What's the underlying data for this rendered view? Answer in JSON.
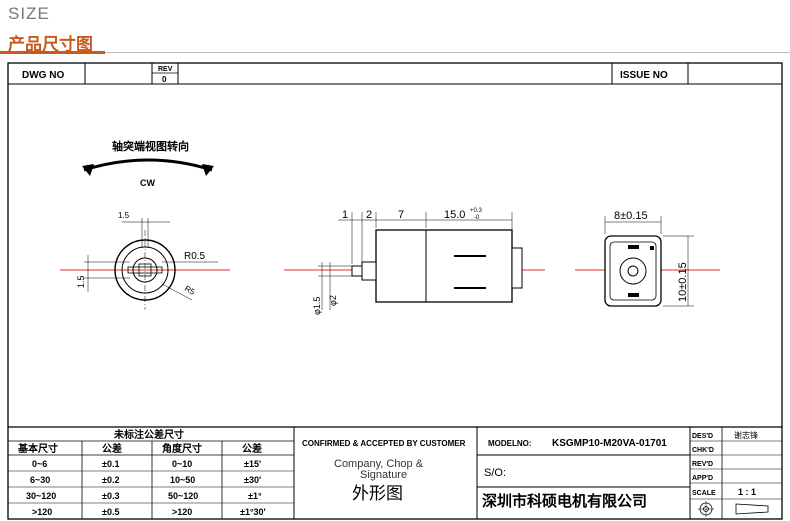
{
  "header": {
    "size_label": "SIZE",
    "title_cn": "产品尺寸图"
  },
  "frame": {
    "dwg_no": "DWG  NO",
    "rev_label": "REV",
    "rev_value": "0",
    "issue_no": "ISSUE  NO"
  },
  "views": {
    "rotation_title": "轴突端视图转向",
    "rotation_dir": "CW",
    "front": {
      "dim_top": "1.5",
      "dim_side": "1.5",
      "r1": "R0.5",
      "r2": "R5"
    },
    "side": {
      "d1": "1",
      "d2": "2",
      "d3": "7",
      "d4": "15.0",
      "tol": "+0.3",
      "tol2": "-0",
      "shaft1": "φ1.5",
      "shaft2": "φ2"
    },
    "end": {
      "width": "8±0.15",
      "height": "10±0.15"
    }
  },
  "tolerance_table": {
    "title": "未标注公差尺寸",
    "headers": [
      "基本尺寸",
      "公差",
      "角度尺寸",
      "公差"
    ],
    "rows": [
      [
        "0~6",
        "±0.1",
        "0~10",
        "±15'"
      ],
      [
        "6~30",
        "±0.2",
        "10~50",
        "±30'"
      ],
      [
        "30~120",
        "±0.3",
        "50~120",
        "±1°"
      ],
      [
        ">120",
        "±0.5",
        ">120",
        "±1°30'"
      ]
    ]
  },
  "confirm": {
    "heading": "CONFIRMED & ACCEPTED BY CUSTOMER",
    "company": "Company, Chop &",
    "signature": "Signature",
    "view_name": "外形图"
  },
  "model": {
    "label": "MODELNO:",
    "value": "KSGMP10-M20VA-01701",
    "so": "S/O:",
    "company_cn": "深圳市科硕电机有限公司"
  },
  "approval": {
    "des": "DES'D",
    "des_sign": "谢志锋",
    "chk": "CHK'D",
    "rev": "REV'D",
    "app": "APP'D",
    "scale": "SCALE",
    "scale_value": "1 : 1"
  }
}
